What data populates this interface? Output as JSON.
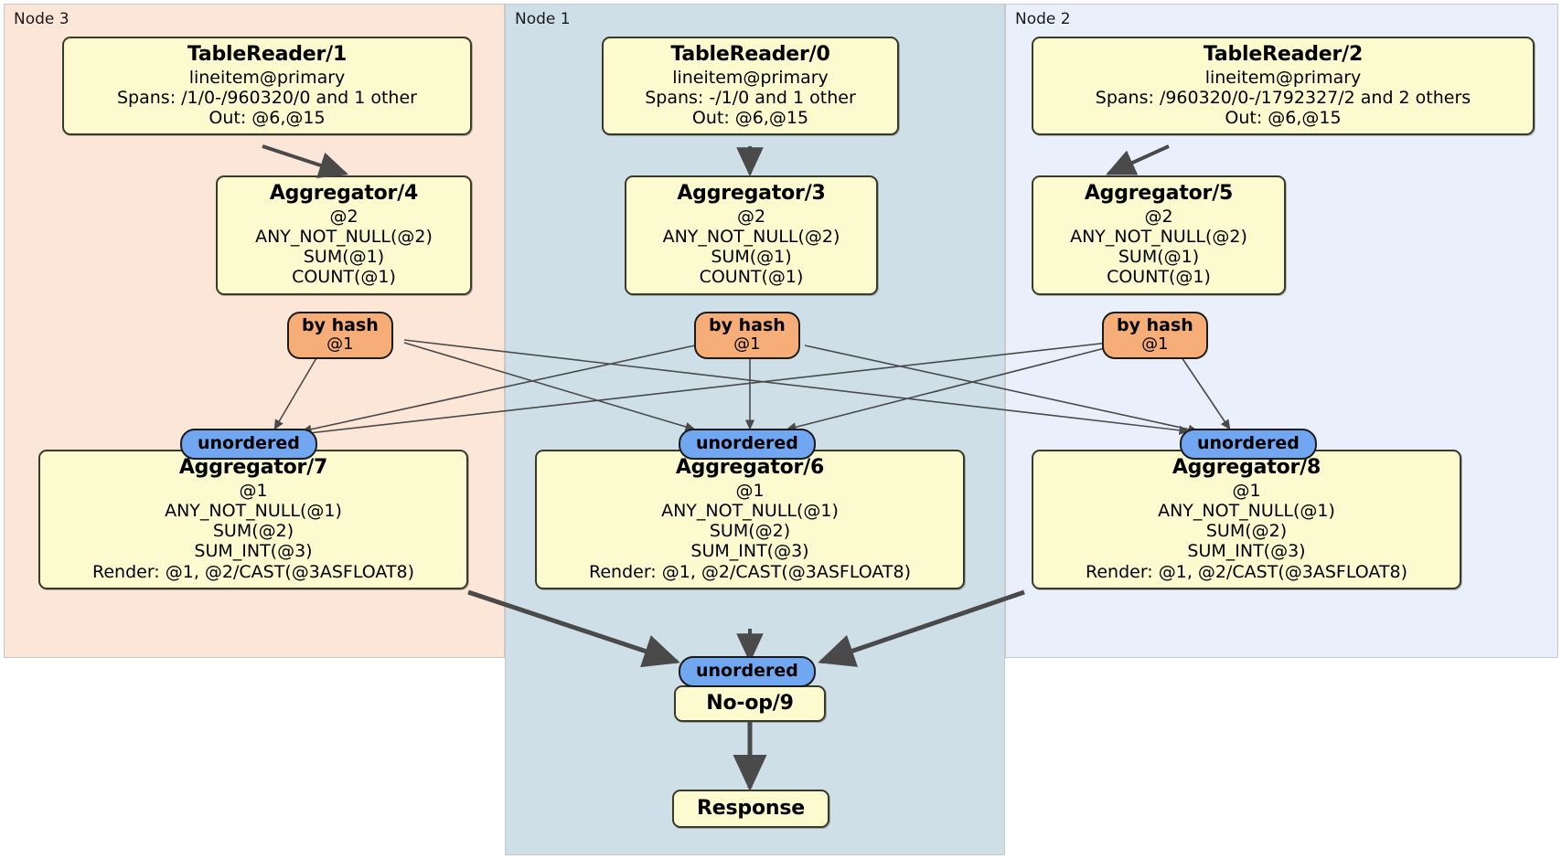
{
  "regions": [
    {
      "id": "node3",
      "label": "Node 3",
      "color": "#fce6d8"
    },
    {
      "id": "node1",
      "label": "Node 1",
      "color": "#cfdfe8"
    },
    {
      "id": "node2",
      "label": "Node 2",
      "color": "#eaf0fb"
    }
  ],
  "processors": {
    "table_reader_1": {
      "title": "TableReader/1",
      "line1": "lineitem@primary",
      "line2": "Spans: /1/0-/960320/0 and 1 other",
      "line3": "Out: @6,@15"
    },
    "table_reader_0": {
      "title": "TableReader/0",
      "line1": "lineitem@primary",
      "line2": "Spans: -/1/0 and 1 other",
      "line3": "Out: @6,@15"
    },
    "table_reader_2": {
      "title": "TableReader/2",
      "line1": "lineitem@primary",
      "line2": "Spans: /960320/0-/1792327/2 and 2 others",
      "line3": "Out: @6,@15"
    },
    "aggregator_4": {
      "title": "Aggregator/4",
      "line1": "@2",
      "line2": "ANY_NOT_NULL(@2)",
      "line3": "SUM(@1)",
      "line4": "COUNT(@1)"
    },
    "aggregator_3": {
      "title": "Aggregator/3",
      "line1": "@2",
      "line2": "ANY_NOT_NULL(@2)",
      "line3": "SUM(@1)",
      "line4": "COUNT(@1)"
    },
    "aggregator_5": {
      "title": "Aggregator/5",
      "line1": "@2",
      "line2": "ANY_NOT_NULL(@2)",
      "line3": "SUM(@1)",
      "line4": "COUNT(@1)"
    },
    "aggregator_7": {
      "title": "Aggregator/7",
      "line1": "@1",
      "line2": "ANY_NOT_NULL(@1)",
      "line3": "SUM(@2)",
      "line4": "SUM_INT(@3)",
      "line5": "Render: @1, @2/CAST(@3ASFLOAT8)"
    },
    "aggregator_6": {
      "title": "Aggregator/6",
      "line1": "@1",
      "line2": "ANY_NOT_NULL(@1)",
      "line3": "SUM(@2)",
      "line4": "SUM_INT(@3)",
      "line5": "Render: @1, @2/CAST(@3ASFLOAT8)"
    },
    "aggregator_8": {
      "title": "Aggregator/8",
      "line1": "@1",
      "line2": "ANY_NOT_NULL(@1)",
      "line3": "SUM(@2)",
      "line4": "SUM_INT(@3)",
      "line5": "Render: @1, @2/CAST(@3ASFLOAT8)"
    },
    "noop_9": {
      "title": "No-op/9"
    },
    "response": {
      "title": "Response"
    }
  },
  "badges": {
    "by_hash_left": {
      "type": "by hash",
      "column": "@1"
    },
    "by_hash_center": {
      "type": "by hash",
      "column": "@1"
    },
    "by_hash_right": {
      "type": "by hash",
      "column": "@1"
    },
    "unordered_left": {
      "label": "unordered"
    },
    "unordered_center": {
      "label": "unordered"
    },
    "unordered_right": {
      "label": "unordered"
    },
    "unordered_final": {
      "label": "unordered"
    }
  },
  "colors": {
    "processor_fill": "#fbfbcf",
    "processor_stroke": "#3a3a28",
    "hash_badge_fill": "#f7ad78",
    "unordered_badge_fill": "#71a7f0",
    "node3_fill": "#fce6d8",
    "node1_fill": "#cfdfe8",
    "node2_fill": "#eaf0fb",
    "edge_stroke": "#4a4a4a"
  }
}
